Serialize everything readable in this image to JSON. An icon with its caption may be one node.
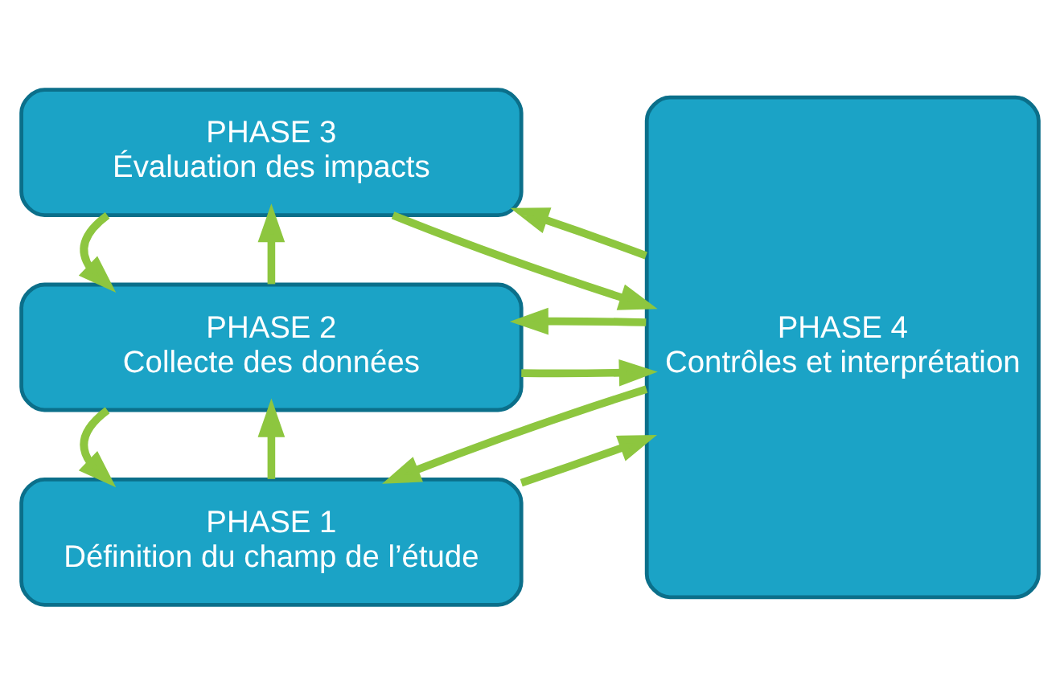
{
  "diagram": {
    "nodes": [
      {
        "text": [
          "PHASE 1",
          "Définition du champ de l’étude"
        ]
      },
      {
        "text": [
          "PHASE 2",
          "Collecte des données"
        ]
      },
      {
        "text": [
          "PHASE 3",
          "Évaluation des impacts"
        ]
      },
      {
        "text": [
          "PHASE 4",
          "Contrôles et interprétation"
        ]
      }
    ],
    "edges": [
      {
        "from": 0,
        "to": 1,
        "arrow": "to"
      },
      {
        "from": 1,
        "to": 0,
        "arrow": "to"
      },
      {
        "from": 1,
        "to": 2,
        "arrow": "to"
      },
      {
        "from": 2,
        "to": 1,
        "arrow": "to"
      },
      {
        "from": 3,
        "to": 0,
        "arrow": "to"
      },
      {
        "from": 0,
        "to": 3,
        "arrow": "to"
      },
      {
        "from": 3,
        "to": 1,
        "arrow": "to"
      },
      {
        "from": 1,
        "to": 3,
        "arrow": "to"
      },
      {
        "from": 3,
        "to": 2,
        "arrow": "to"
      },
      {
        "from": 2,
        "to": 3,
        "arrow": "to"
      }
    ]
  }
}
